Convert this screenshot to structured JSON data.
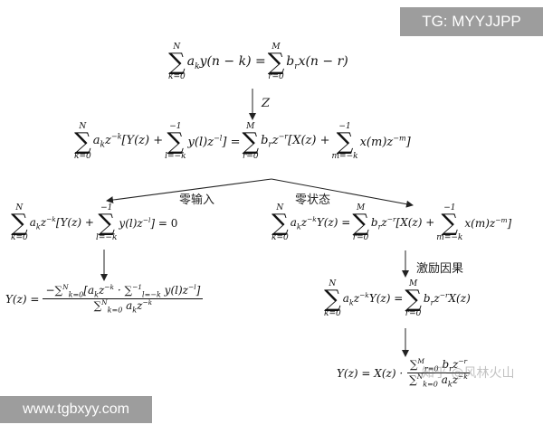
{
  "equations": {
    "top": "∑ a_k y(n − k) = ∑ b_r x(n − r)",
    "z": "∑ a_k z^{−k}[Y(z) + ∑ y(l)z^{−l}] = ∑ b_r z^{−r}[X(z) + ∑ x(m)z^{−m}]",
    "zi": "∑ a_k z^{−k}[Y(z) + ∑ y(l)z^{−l}] = 0",
    "zi_sol": "Y(z) = −∑ a_k z^{−k} · ∑ y(l)z^{−l} / ∑ a_k z^{−k}",
    "zs": "∑ a_k z^{−k}Y(z) = ∑ b_r z^{−r}[X(z) + ∑ x(m)z^{−m}]",
    "causal": "∑ a_k z^{−k}Y(z) = ∑ b_r z^{−r}X(z)",
    "final": "Y(z) = X(z) · ∑ b_r z^{−r} / ∑ a_k z^{−k}"
  },
  "labels": {
    "z_transform": "Z",
    "zero_input": "零输入",
    "zero_state": "零状态",
    "causal_excitation": "激励因果"
  },
  "watermarks": {
    "top": "TG: MYYJJPP",
    "bottom": "www.tgbxyy.com",
    "zhihu": "知乎 @风林火山"
  }
}
